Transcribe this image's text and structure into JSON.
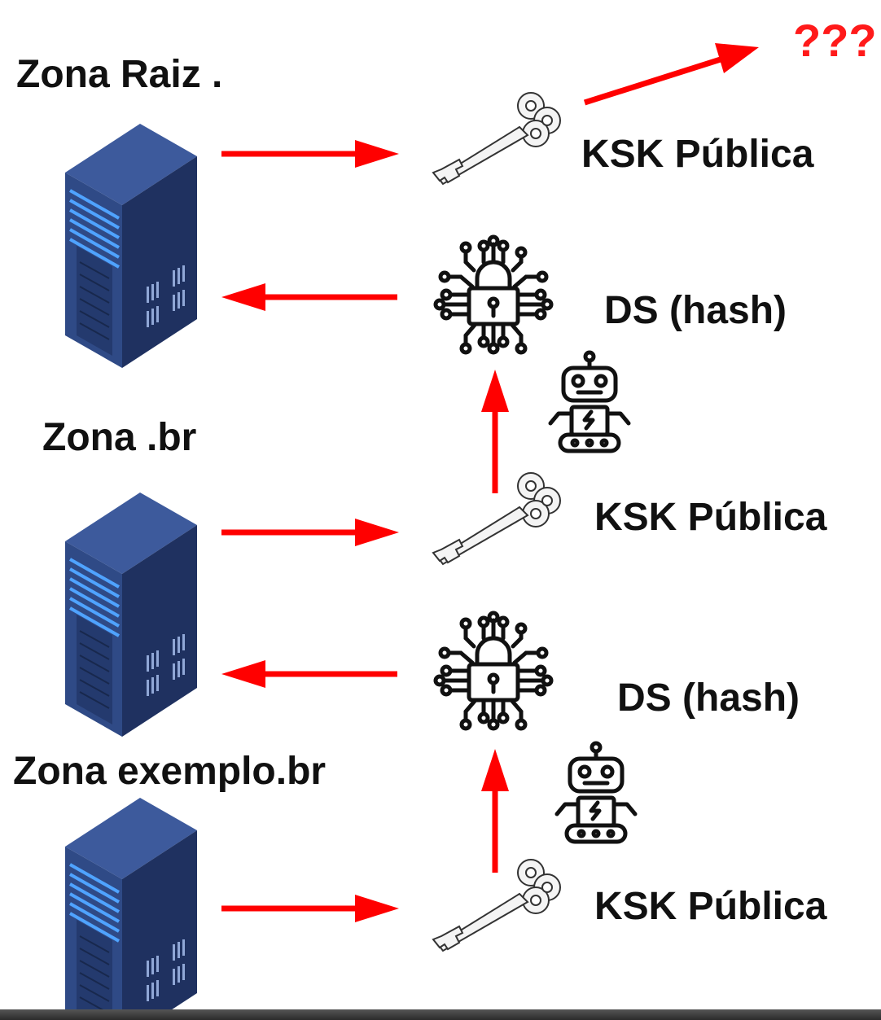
{
  "zones": [
    {
      "label": "Zona Raiz ."
    },
    {
      "label": "Zona .br"
    },
    {
      "label": "Zona exemplo.br"
    }
  ],
  "keys": [
    {
      "label": "KSK Pública"
    },
    {
      "label": "KSK Pública"
    },
    {
      "label": "KSK Pública"
    }
  ],
  "ds": [
    {
      "label": "DS (hash)"
    },
    {
      "label": "DS (hash)"
    }
  ],
  "unknown_label": "???",
  "colors": {
    "arrow": "#ff0000",
    "server_front": "#2f4a86",
    "server_side": "#1f3160",
    "server_top": "#3d5a9c",
    "server_lights": "#4fa3ff",
    "icon_stroke": "#111111"
  },
  "icons": [
    "server-icon",
    "key-icon",
    "lock-circuit-icon",
    "robot-icon"
  ]
}
